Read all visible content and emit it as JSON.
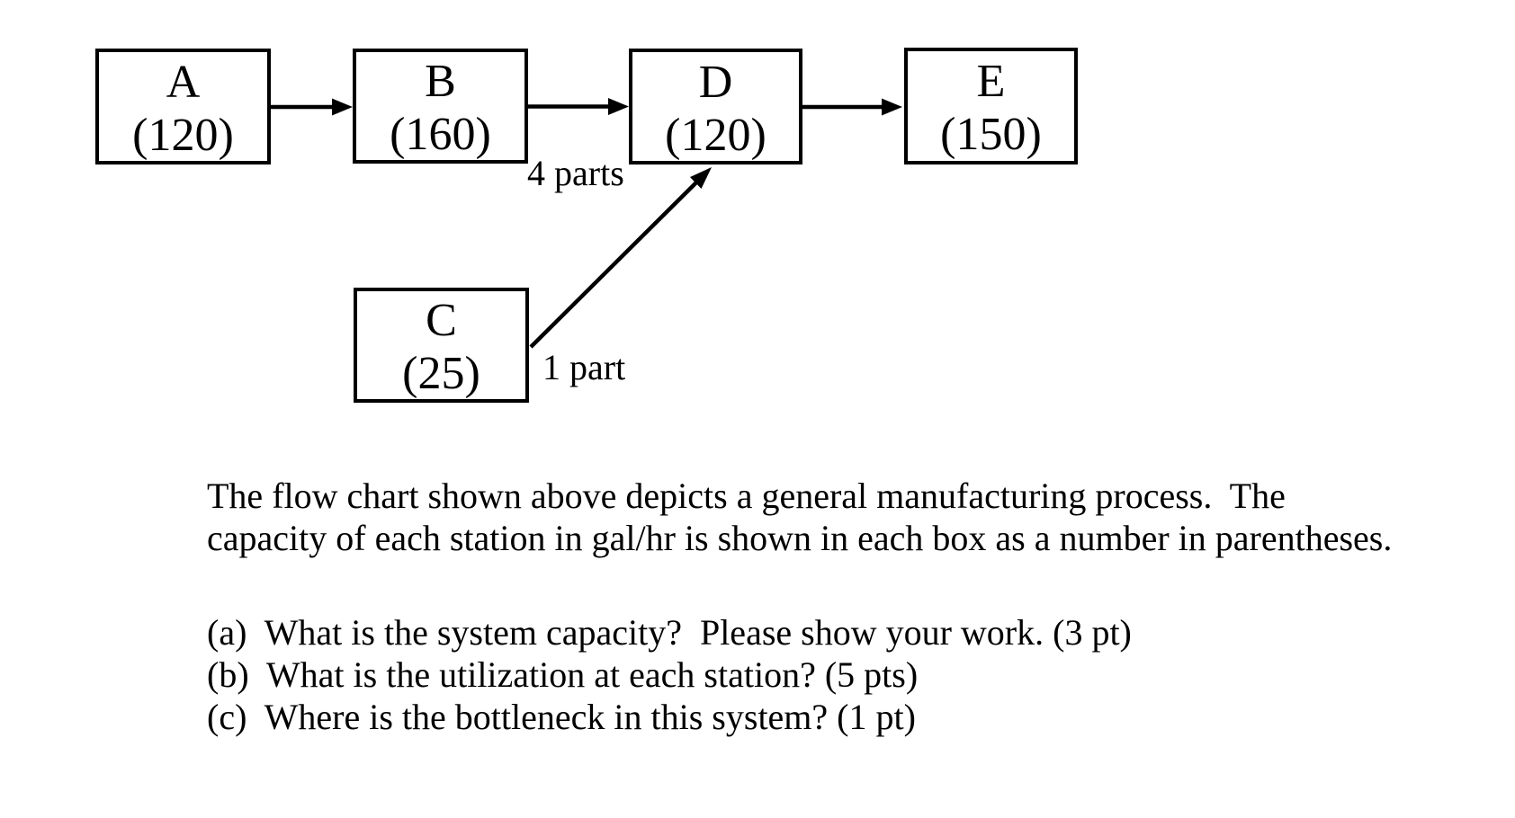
{
  "colors": {
    "background": "#ffffff",
    "ink": "#000000"
  },
  "flowchart": {
    "stations": [
      {
        "name": "A",
        "capacity_label": "(120)",
        "capacity_gal_per_hr": 120
      },
      {
        "name": "B",
        "capacity_label": "(160)",
        "capacity_gal_per_hr": 160
      },
      {
        "name": "D",
        "capacity_label": "(120)",
        "capacity_gal_per_hr": 120
      },
      {
        "name": "E",
        "capacity_label": "(150)",
        "capacity_gal_per_hr": 150
      },
      {
        "name": "C",
        "capacity_label": "(25)",
        "capacity_gal_per_hr": 25
      }
    ],
    "edges": [
      {
        "from": "A",
        "to": "B",
        "label": ""
      },
      {
        "from": "B",
        "to": "D",
        "label": "4 parts"
      },
      {
        "from": "D",
        "to": "E",
        "label": ""
      },
      {
        "from": "C",
        "to": "D",
        "label": "1 part"
      }
    ]
  },
  "problem": {
    "paragraph_lines": [
      "The flow chart shown above depicts a general manufacturing process.  The",
      "capacity of each station in gal/hr is shown in each box as a number in parentheses."
    ],
    "questions": [
      "(a)  What is the system capacity?  Please show your work. (3 pt)",
      "(b)  What is the utilization at each station? (5 pts)",
      "(c)  Where is the bottleneck in this system? (1 pt)"
    ]
  }
}
